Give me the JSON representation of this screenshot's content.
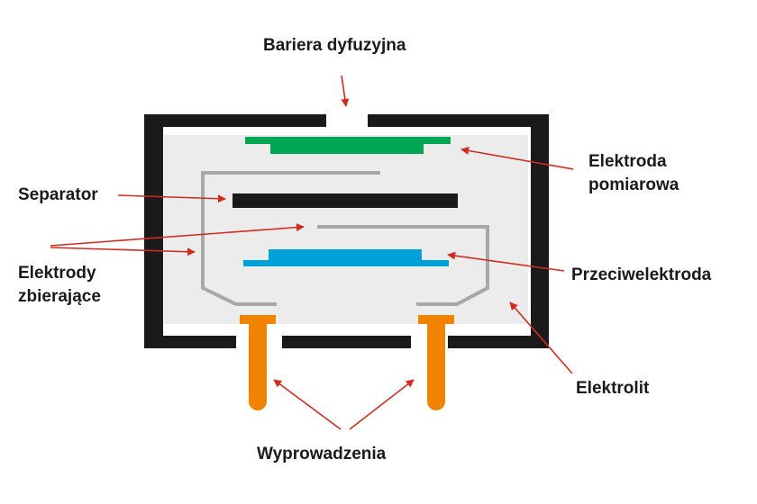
{
  "labels": {
    "diffusion_barrier": "Bariera dyfuzyjna",
    "measuring_electrode_line1": "Elektroda",
    "measuring_electrode_line2": "pomiarowa",
    "separator": "Separator",
    "collecting_electrodes_line1": "Elektrody",
    "collecting_electrodes_line2": "zbierające",
    "counter_electrode": "Przeciwelektroda",
    "electrolyte": "Elektrolit",
    "leads": "Wyprowadzenia"
  },
  "colors": {
    "housing": "#1a1a1a",
    "electrolyte": "#ececec",
    "measuring_electrode": "#00a651",
    "counter_electrode": "#00a0d8",
    "separator": "#1a1a1a",
    "collecting_wire": "#a8a8a8",
    "lead": "#f08400",
    "arrow": "#d42a1e"
  }
}
